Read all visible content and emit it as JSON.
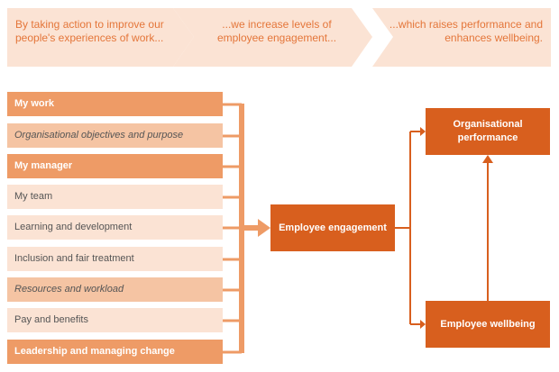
{
  "chevrons": [
    "By taking action to improve our people's experiences of work...",
    "...we increase levels of employee engagement...",
    "...which raises performance and enhances wellbeing."
  ],
  "drivers": [
    {
      "label": "My work",
      "style": "strong"
    },
    {
      "label": "Organisational objectives and purpose",
      "style": "mid"
    },
    {
      "label": "My manager",
      "style": "strong"
    },
    {
      "label": "My team",
      "style": "light"
    },
    {
      "label": "Learning and development",
      "style": "light"
    },
    {
      "label": "Inclusion and fair treatment",
      "style": "light"
    },
    {
      "label": "Resources and workload",
      "style": "mid"
    },
    {
      "label": "Pay and benefits",
      "style": "light"
    },
    {
      "label": "Leadership and managing change",
      "style": "strong"
    }
  ],
  "outcomes": {
    "engagement": "Employee engagement",
    "performance": "Organisational performance",
    "wellbeing": "Employee wellbeing"
  },
  "colors": {
    "chevron_fill": "#fbe3d4",
    "accent": "#d85f1e",
    "connector": "#ee9b66",
    "strong_band": "#ee9b66",
    "mid_band": "#f5c4a3",
    "light_band": "#fbe3d4"
  }
}
